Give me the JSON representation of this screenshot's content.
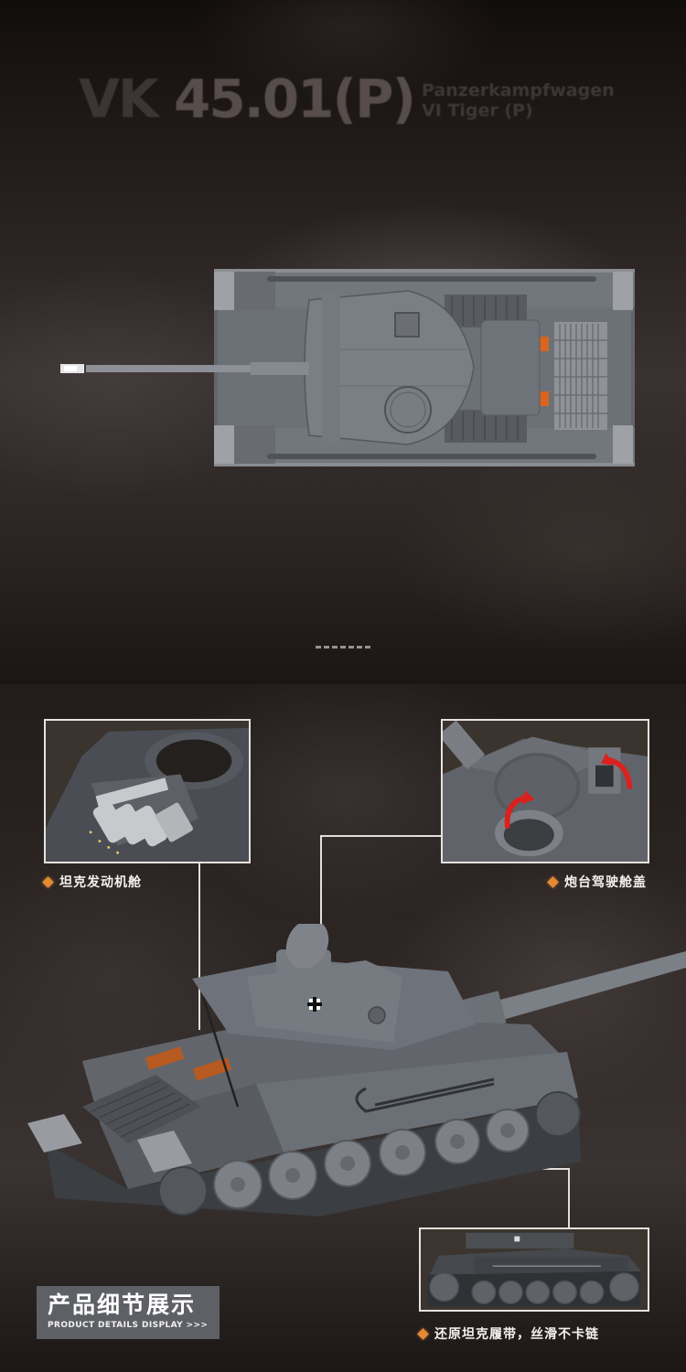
{
  "page": {
    "sections": [
      "top-view",
      "product-details"
    ]
  },
  "header": {
    "model_code": "VK 45.01(P)",
    "model_code_dim": "VK ",
    "model_code_bright": "45.01(P)",
    "subtitle_line1": "Panzerkampfwagen",
    "subtitle_line2": "VI Tiger (P)"
  },
  "top_view": {
    "image_alt": "Brick-built tank model seen from above",
    "divider": "---------"
  },
  "details": {
    "badge": {
      "title_cn": "产品细节展示",
      "subtitle_en": "PRODUCT DETAILS DISPLAY >>>"
    },
    "callouts": [
      {
        "id": "engine",
        "label": "坦克发动机舱",
        "image_alt": "Engine compartment close-up"
      },
      {
        "id": "hatch",
        "label": "炮台驾驶舱盖",
        "image_alt": "Turret commander hatch opening close-up"
      },
      {
        "id": "tracks",
        "label": "还原坦克履带，丝滑不卡链",
        "image_alt": "Tank side view showing tracks"
      }
    ],
    "main_image_alt": "Brick-built VK 45.01(P) tank, three-quarter view"
  },
  "colors": {
    "accent_orange": "#e48a34",
    "frame_white": "#e6e2de",
    "badge_gray": "#5e6066",
    "tank_gray": "#6f737a",
    "background_dark": "#2a2321"
  }
}
